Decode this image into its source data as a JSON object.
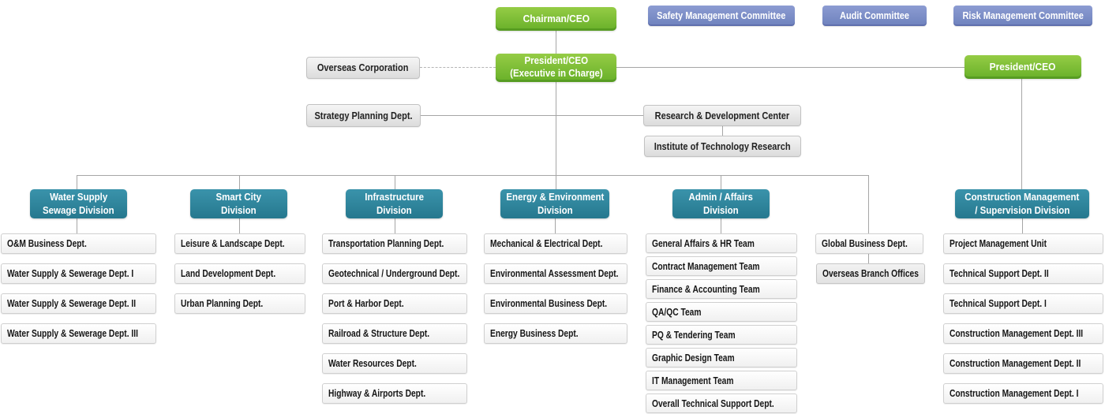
{
  "executive": {
    "chairman": "Chairman/CEO",
    "president_center_line1": "President/CEO",
    "president_center_line2": "(Executive in Charge)",
    "president_right": "President/CEO"
  },
  "committees": [
    {
      "label": "Safety Management Committee"
    },
    {
      "label": "Audit Committee"
    },
    {
      "label": "Risk Management Committee"
    }
  ],
  "staff_units": {
    "overseas_corporation": "Overseas Corporation",
    "strategy_planning": "Strategy Planning Dept.",
    "rnd_center": "Research & Development Center",
    "institute": "Institute of Technology Research"
  },
  "divisions": [
    {
      "line1": "Water Supply",
      "line2": "Sewage Division",
      "departments": [
        "O&M Business Dept.",
        "Water Supply & Sewerage Dept. I",
        "Water Supply & Sewerage Dept. II",
        "Water Supply & Sewerage Dept. III"
      ]
    },
    {
      "line1": "Smart City",
      "line2": "Division",
      "departments": [
        "Leisure & Landscape Dept.",
        "Land Development Dept.",
        "Urban Planning Dept."
      ]
    },
    {
      "line1": "Infrastructure",
      "line2": "Division",
      "departments": [
        "Transportation Planning Dept.",
        "Geotechnical / Underground Dept.",
        "Port & Harbor Dept.",
        "Railroad & Structure Dept.",
        "Water Resources Dept.",
        "Highway & Airports Dept."
      ]
    },
    {
      "line1": "Energy & Environment",
      "line2": "Division",
      "departments": [
        "Mechanical & Electrical Dept.",
        "Environmental Assessment Dept.",
        "Environmental Business Dept.",
        "Energy Business Dept."
      ]
    },
    {
      "line1": "Admin / Affairs",
      "line2": "Division",
      "departments": [
        "General Affairs & HR Team",
        "Contract Management Team",
        "Finance & Accounting Team",
        "QA/QC Team",
        "PQ & Tendering Team",
        "Graphic Design Team",
        "IT Management Team",
        "Overall Technical Support Dept."
      ]
    },
    {
      "line1": "Construction Management",
      "line2": "/ Supervision Division",
      "departments": [
        "Project Management Unit",
        "Technical Support Dept. II",
        "Technical Support Dept. I",
        "Construction Management Dept. III",
        "Construction Management Dept. II",
        "Construction Management Dept. I"
      ]
    }
  ],
  "global_business": {
    "dept": "Global Business Dept.",
    "branch": "Overseas Branch Offices"
  },
  "colors": {
    "executive_green": "#76b92f",
    "committee_blue": "#7b8ec7",
    "division_teal": "#2d8099",
    "staff_gray": "#e9e9e9",
    "dept_white": "#ffffff",
    "line_gray": "#a6a6a6"
  }
}
